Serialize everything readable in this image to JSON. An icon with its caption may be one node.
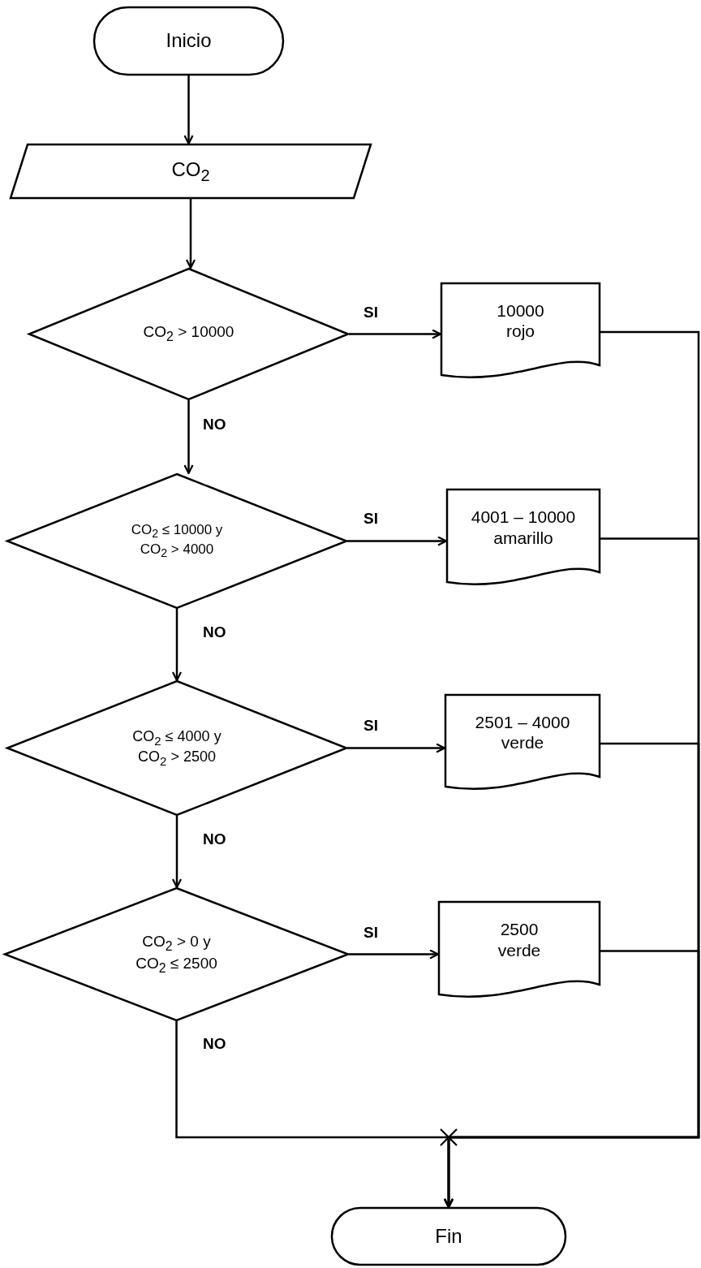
{
  "diagram": {
    "nodes": [
      {
        "text": [
          "Inicio"
        ]
      },
      {
        "text": [
          "CO$_{2}$"
        ]
      },
      {
        "text": [
          "CO$_{2}$ > 10000"
        ]
      },
      {
        "text": [
          "10000",
          "rojo"
        ]
      },
      {
        "text": [
          "CO$_{2}$ ≤ 10000 y",
          "CO$_{2}$ > 4000"
        ]
      },
      {
        "text": [
          "4001 – 10000",
          "amarillo"
        ]
      },
      {
        "text": [
          "CO$_{2}$ ≤ 4000 y",
          "CO$_{2}$ > 2500"
        ]
      },
      {
        "text": [
          "2501 – 4000",
          "verde"
        ]
      },
      {
        "text": [
          "CO$_{2}$ > 0 y",
          "CO$_{2}$ ≤ 2500"
        ]
      },
      {
        "text": [
          "2500",
          "verde"
        ]
      },
      {
        "text": [
          "Fin"
        ]
      }
    ],
    "edges": [
      {
        "from": 0,
        "to": 1,
        "arrow": "to"
      },
      {
        "from": 1,
        "to": 2,
        "arrow": "to"
      },
      {
        "from": 2,
        "to": 3,
        "arrow": "to",
        "label": "SI"
      },
      {
        "from": 2,
        "to": 4,
        "arrow": "to",
        "label": "NO"
      },
      {
        "from": 4,
        "to": 5,
        "arrow": "to",
        "label": "SI"
      },
      {
        "from": 4,
        "to": 6,
        "arrow": "to",
        "label": "NO"
      },
      {
        "from": 6,
        "to": 7,
        "arrow": "to",
        "label": "SI"
      },
      {
        "from": 6,
        "to": 8,
        "arrow": "to",
        "label": "NO"
      },
      {
        "from": 8,
        "to": 9,
        "arrow": "to",
        "label": "SI"
      },
      {
        "from": 8,
        "to": 10,
        "arrow": "to",
        "label": "NO"
      },
      {
        "from": 3,
        "to": 10,
        "arrow": "to"
      },
      {
        "from": 5,
        "to": 10,
        "arrow": "to"
      },
      {
        "from": 7,
        "to": 10,
        "arrow": "to"
      },
      {
        "from": 9,
        "to": 10,
        "arrow": "to"
      }
    ]
  }
}
